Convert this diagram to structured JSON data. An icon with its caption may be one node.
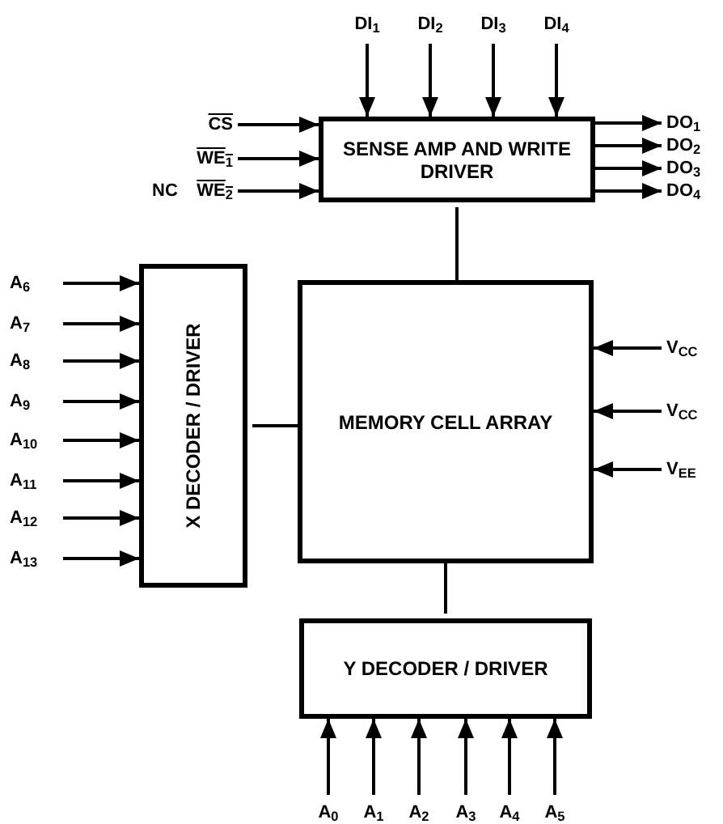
{
  "diagram": {
    "nodes": [
      {
        "text": [
          "SENSE AMP AND WRITE DRIVER"
        ]
      },
      {
        "text": [
          "X DECODER / DRIVER"
        ]
      },
      {
        "text": [
          "MEMORY CELL ARRAY"
        ]
      },
      {
        "text": [
          "Y DECODER / DRIVER"
        ]
      },
      {
        "text": [
          "DI$_{1}$"
        ]
      },
      {
        "text": [
          "DI$_{2}$"
        ]
      },
      {
        "text": [
          "DI$_{3}$"
        ]
      },
      {
        "text": [
          "DI$_{4}$"
        ]
      },
      {
        "text": [
          "CS"
        ]
      },
      {
        "text": [
          "WE$_{1}$"
        ]
      },
      {
        "text": [
          "WE$_{2}$"
        ]
      },
      {
        "text": [
          "DO$_{1}$"
        ]
      },
      {
        "text": [
          "DO$_{2}$"
        ]
      },
      {
        "text": [
          "DO$_{3}$"
        ]
      },
      {
        "text": [
          "DO$_{4}$"
        ]
      },
      {
        "text": [
          "A$_{6}$"
        ]
      },
      {
        "text": [
          "A$_{7}$"
        ]
      },
      {
        "text": [
          "A$_{8}$"
        ]
      },
      {
        "text": [
          "A$_{9}$"
        ]
      },
      {
        "text": [
          "A$_{10}$"
        ]
      },
      {
        "text": [
          "A$_{11}$"
        ]
      },
      {
        "text": [
          "A$_{12}$"
        ]
      },
      {
        "text": [
          "A$_{13}$"
        ]
      },
      {
        "text": [
          "V$_{CC}$"
        ]
      },
      {
        "text": [
          "V$_{CC}$"
        ]
      },
      {
        "text": [
          "V$_{EE}$"
        ]
      },
      {
        "text": [
          "A$_{0}$"
        ]
      },
      {
        "text": [
          "A$_{1}$"
        ]
      },
      {
        "text": [
          "A$_{2}$"
        ]
      },
      {
        "text": [
          "A$_{3}$"
        ]
      },
      {
        "text": [
          "A$_{4}$"
        ]
      },
      {
        "text": [
          "A$_{5}$"
        ]
      }
    ],
    "edges": [
      {
        "from": 4,
        "to": 0,
        "arrow": "to"
      },
      {
        "from": 5,
        "to": 0,
        "arrow": "to"
      },
      {
        "from": 6,
        "to": 0,
        "arrow": "to"
      },
      {
        "from": 7,
        "to": 0,
        "arrow": "to"
      },
      {
        "from": 8,
        "to": 0,
        "arrow": "to"
      },
      {
        "from": 9,
        "to": 0,
        "arrow": "to"
      },
      {
        "from": 10,
        "to": 0,
        "arrow": "to"
      },
      {
        "from": 0,
        "to": 11,
        "arrow": "to"
      },
      {
        "from": 0,
        "to": 12,
        "arrow": "to"
      },
      {
        "from": 0,
        "to": 13,
        "arrow": "to"
      },
      {
        "from": 0,
        "to": 14,
        "arrow": "to"
      },
      {
        "from": 15,
        "to": 1,
        "arrow": "to"
      },
      {
        "from": 16,
        "to": 1,
        "arrow": "to"
      },
      {
        "from": 17,
        "to": 1,
        "arrow": "to"
      },
      {
        "from": 18,
        "to": 1,
        "arrow": "to"
      },
      {
        "from": 19,
        "to": 1,
        "arrow": "to"
      },
      {
        "from": 20,
        "to": 1,
        "arrow": "to"
      },
      {
        "from": 21,
        "to": 1,
        "arrow": "to"
      },
      {
        "from": 22,
        "to": 1,
        "arrow": "to"
      },
      {
        "from": 23,
        "to": 2,
        "arrow": "to"
      },
      {
        "from": 24,
        "to": 2,
        "arrow": "to"
      },
      {
        "from": 25,
        "to": 2,
        "arrow": "to"
      },
      {
        "from": 26,
        "to": 3,
        "arrow": "to"
      },
      {
        "from": 27,
        "to": 3,
        "arrow": "to"
      },
      {
        "from": 28,
        "to": 3,
        "arrow": "to"
      },
      {
        "from": 29,
        "to": 3,
        "arrow": "to"
      },
      {
        "from": 30,
        "to": 3,
        "arrow": "to"
      },
      {
        "from": 31,
        "to": 3,
        "arrow": "to"
      },
      {
        "from": 0,
        "to": 2,
        "arrow": "none"
      },
      {
        "from": 1,
        "to": 2,
        "arrow": "none"
      },
      {
        "from": 2,
        "to": 3,
        "arrow": "none"
      }
    ],
    "labels": [
      "NC"
    ]
  }
}
